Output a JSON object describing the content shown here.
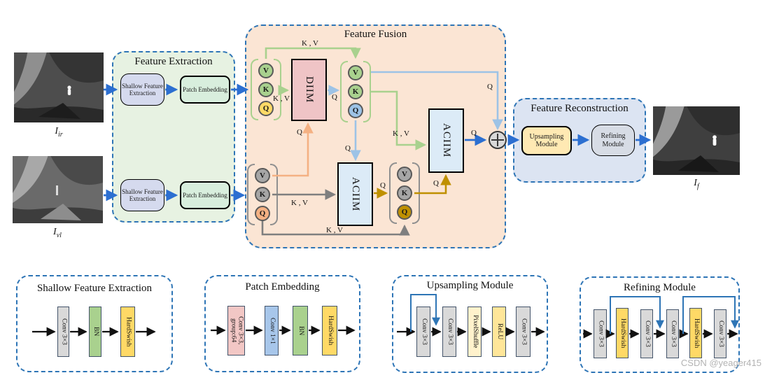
{
  "colors": {
    "accent_blue": "#2c6fd1",
    "dashed_border_blue": "#2e75b6",
    "fusion_bg": "#fbe5d4",
    "extraction_bg": "#e7f2e2",
    "reconstruction_bg": "#dce4f2",
    "token_green": "#a9d18e",
    "token_yellow": "#ffd966",
    "token_light_blue": "#9dc3e6",
    "token_orange": "#f4b183",
    "token_gray": "#a6a6a6",
    "token_gold": "#bf9000",
    "diim_fill": "#efc4c6",
    "aciim_fill": "#dcebf7",
    "block_gray": "#d9d9d9",
    "block_green": "#a9d18e",
    "block_yellow": "#ffd966",
    "block_pale_yellow": "#fff2cc",
    "block_relu_yellow": "#ffe699",
    "block_pink": "#f2c7c5",
    "block_blue": "#a7c6ea"
  },
  "inputs": {
    "ir": {
      "base": "I",
      "sub": "ir"
    },
    "vl": {
      "base": "I",
      "sub": "vl"
    }
  },
  "output": {
    "base": "I",
    "sub": "f"
  },
  "feature_extraction": {
    "title": "Feature Extraction",
    "shallow_label": "Shallow Feature Extraction",
    "patch_label": "Patch Embedding"
  },
  "feature_fusion": {
    "title": "Feature Fusion",
    "diim": "DIIM",
    "aciim": "ACIIM",
    "tokens": {
      "v": "V",
      "k": "K",
      "q": "Q"
    }
  },
  "edge_labels": {
    "kv": "K , V",
    "q": "Q"
  },
  "feature_reconstruction": {
    "title": "Feature Reconstruction",
    "upsampling": "Upsampling Module",
    "refining": "Refining Module"
  },
  "detail_modules": {
    "shallow": {
      "title": "Shallow Feature Extraction",
      "blocks": [
        "Conv 3×3",
        "BN",
        "HardSwish"
      ]
    },
    "patch": {
      "title": "Patch Embedding",
      "blocks": [
        "Conv 3×3, group:64",
        "Conv 1×1",
        "BN",
        "HardSwish"
      ]
    },
    "upsampling": {
      "title": "Upsampling Module",
      "blocks": [
        "Conv 3×3",
        "Conv 3×3",
        "PixelShuffle",
        "ReLU",
        "Conv 3×3"
      ]
    },
    "refining": {
      "title": "Refining Module",
      "blocks": [
        "Conv 3×3",
        "HardSwish",
        "Conv 3×3",
        "Conv 3×3",
        "HardSwish",
        "Conv 3×3"
      ]
    }
  },
  "watermark": "CSDN @yeager415"
}
